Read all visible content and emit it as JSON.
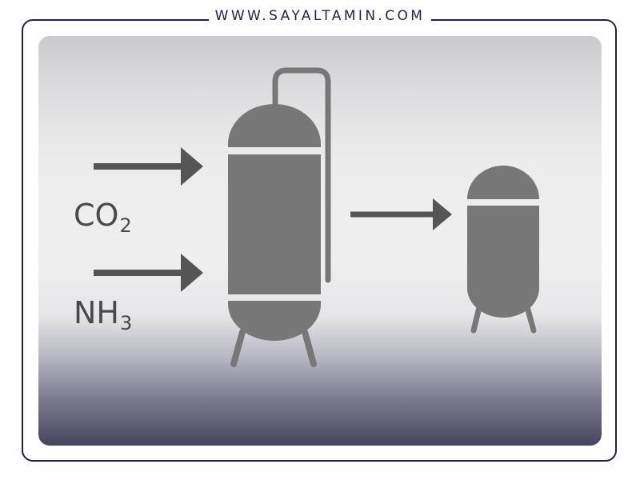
{
  "header": {
    "site": "WWW.SAYALTAMIN.COM"
  },
  "inputs": [
    {
      "formula": "CO",
      "subscript": "2"
    },
    {
      "formula": "NH",
      "subscript": "3"
    }
  ],
  "colors": {
    "frame": "#1f1f5c",
    "equipment": "#777777",
    "arrow": "#555555",
    "label": "#4a4a4a"
  }
}
